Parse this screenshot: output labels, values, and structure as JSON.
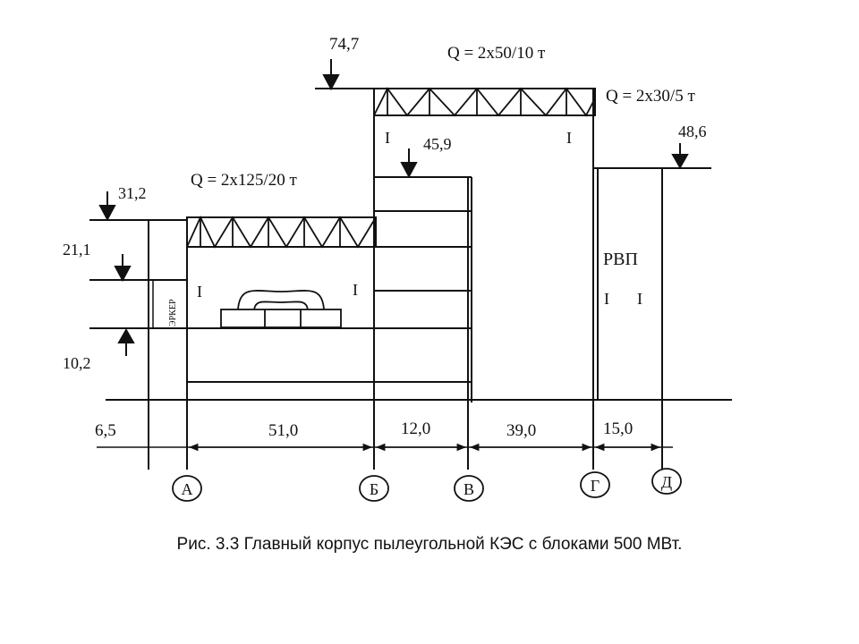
{
  "elevations": {
    "top": "74,7",
    "aux_bay": "45,9",
    "rvp_bay": "48,6",
    "boiler_bay": "31,2",
    "level_21": "21,1",
    "level_10": "10,2"
  },
  "cranes": {
    "main": "Q = 2x50/10 т",
    "aux": "Q = 2x30/5 т",
    "boiler": "Q = 2x125/20 т"
  },
  "labels": {
    "rvp": "РВП",
    "erker": "ЭРКЕР",
    "crane_mark": "I"
  },
  "spans": [
    "6,5",
    "51,0",
    "12,0",
    "39,0",
    "15,0"
  ],
  "axes": [
    "А",
    "Б",
    "В",
    "Г",
    "Д"
  ],
  "caption": "Рис. 3.3 Главный корпус пылеугольной КЭС с блоками 500 МВт."
}
